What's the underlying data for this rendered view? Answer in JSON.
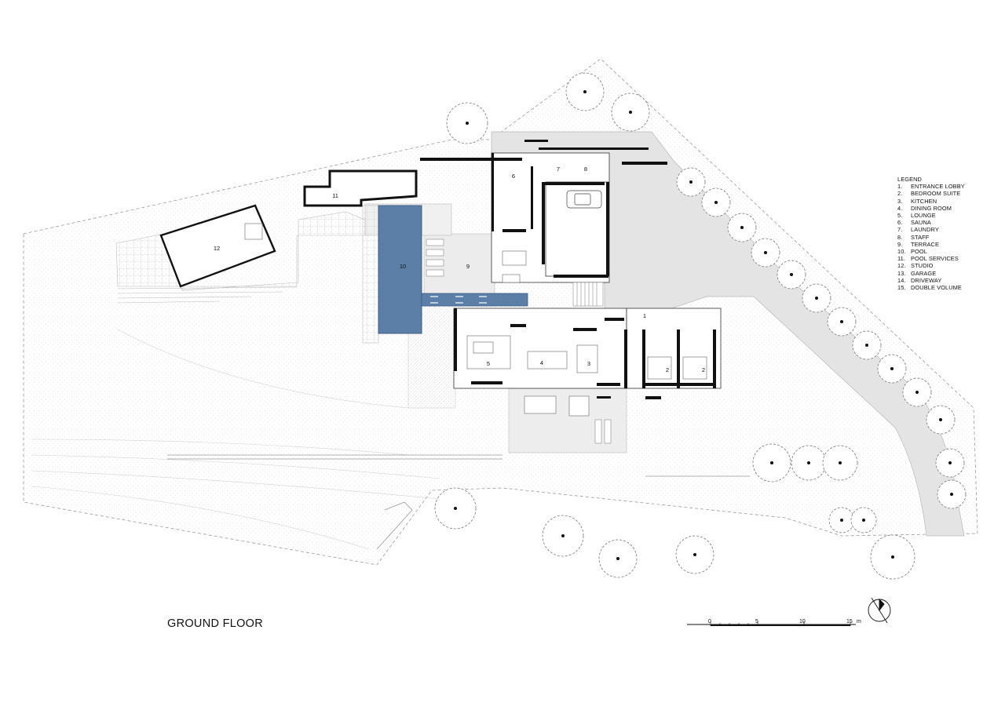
{
  "drawing": {
    "title": "GROUND FLOOR"
  },
  "legend": {
    "title": "LEGEND",
    "items": [
      {
        "num": "1.",
        "label": "ENTRANCE LOBBY"
      },
      {
        "num": "2.",
        "label": "BEDROOM SUITE"
      },
      {
        "num": "3.",
        "label": "KITCHEN"
      },
      {
        "num": "4.",
        "label": "DINING ROOM"
      },
      {
        "num": "5.",
        "label": "LOUNGE"
      },
      {
        "num": "6.",
        "label": "SAUNA"
      },
      {
        "num": "7.",
        "label": "LAUNDRY"
      },
      {
        "num": "8.",
        "label": "STAFF"
      },
      {
        "num": "9.",
        "label": "TERRACE"
      },
      {
        "num": "10.",
        "label": "POOL"
      },
      {
        "num": "11.",
        "label": "POOL SERVICES"
      },
      {
        "num": "12.",
        "label": "STUDIO"
      },
      {
        "num": "13.",
        "label": "GARAGE"
      },
      {
        "num": "14.",
        "label": "DRIVEWAY"
      },
      {
        "num": "15.",
        "label": "DOUBLE VOLUME"
      }
    ]
  },
  "room_tags": {
    "entrance": "1",
    "bedroom_a": "2",
    "bedroom_b": "2",
    "kitchen": "3",
    "dining": "4",
    "lounge": "5",
    "sauna": "6",
    "laundry": "7",
    "staff": "8",
    "terrace": "9",
    "pool": "10",
    "pool_services": "11",
    "studio": "12"
  },
  "scale_bar": {
    "ticks": [
      "0",
      "5",
      "10",
      "15"
    ],
    "unit": "m"
  },
  "colors": {
    "pool": "#5b7fa6",
    "paving": "#e6e6e6",
    "wall": "#111111",
    "hatch": "#9a9a9a"
  }
}
